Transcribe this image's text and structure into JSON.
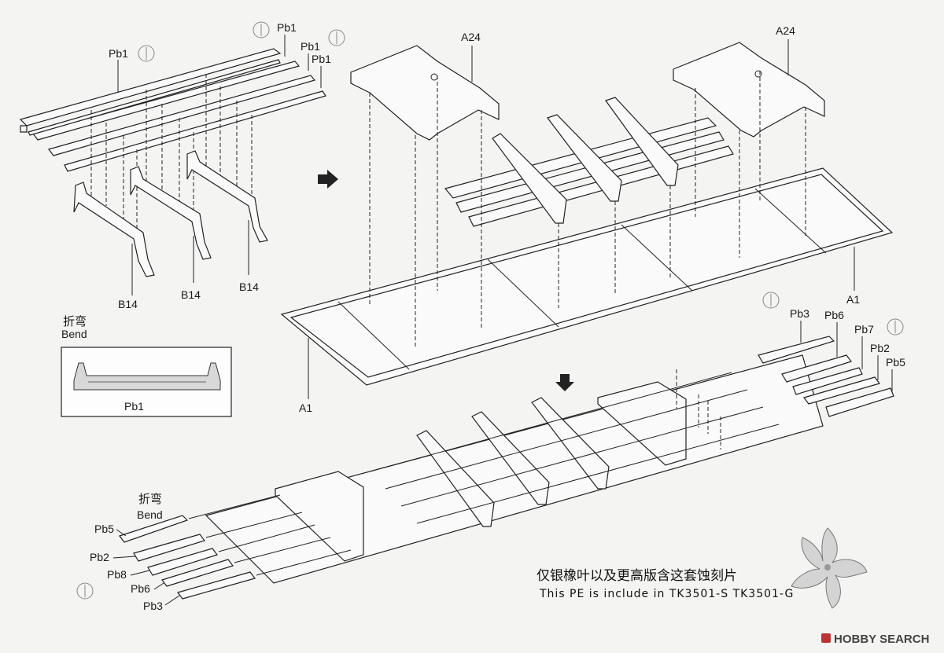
{
  "labels": {
    "pb1_a": "Pb1",
    "pb1_b": "Pb1",
    "pb1_c": "Pb1",
    "pb1_d": "Pb1",
    "b14_a": "B14",
    "b14_b": "B14",
    "b14_c": "B14",
    "a24_left": "A24",
    "a24_right": "A24",
    "a1_left": "A1",
    "a1_right": "A1",
    "r_pb3": "Pb3",
    "r_pb6": "Pb6",
    "r_pb7": "Pb7",
    "r_pb2": "Pb2",
    "r_pb5": "Pb5",
    "l_pb5": "Pb5",
    "l_pb2": "Pb2",
    "l_pb8": "Pb8",
    "l_pb6": "Pb6",
    "l_pb3": "Pb3",
    "inset_part": "Pb1"
  },
  "bend_top": {
    "cn": "折弯",
    "en": "Bend"
  },
  "bend_bottom": {
    "cn": "折弯",
    "en": "Bend"
  },
  "note": {
    "cn": "仅银橡叶以及更高版含这套蚀刻片",
    "en": "This PE is include in TK3501-S TK3501-G"
  },
  "watermark": "HOBBY SEARCH",
  "icons": {
    "pe_part": "pe-fret-icon",
    "direction": "arrow-icon",
    "emblem": "oak-leaf-icon"
  },
  "colors": {
    "ink": "#1a1a1a",
    "paper": "#f4f4f2",
    "shade": "#d8d8d8"
  }
}
